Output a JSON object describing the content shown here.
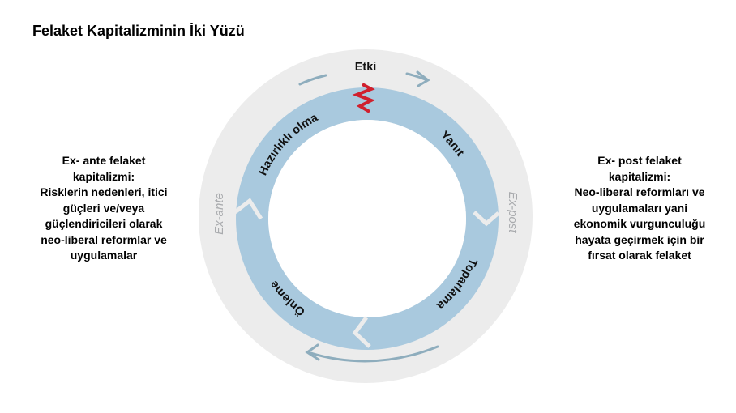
{
  "title": "Felaket Kapitalizminin İki Yüzü",
  "cycle": {
    "impact": "Etki",
    "stages": {
      "preparedness": "Hazırlıklı olma",
      "response": "Yanıt",
      "recovery": "Toparlama",
      "prevention": "Önleme"
    },
    "ex_ante": "Ex-ante",
    "ex_post": "Ex-post"
  },
  "left_panel": {
    "lines": [
      "Ex- ante felaket",
      "kapitalizmi:",
      "Risklerin nedenleri, itici",
      "güçleri ve/veya",
      "güçlendiricileri olarak",
      "neo-liberal reformlar ve",
      "uygulamalar"
    ]
  },
  "right_panel": {
    "lines": [
      "Ex- post felaket",
      "kapitalizmi:",
      "Neo-liberal reformları ve",
      "uygulamaları yani",
      "ekonomik vurgunculuğu",
      "hayata geçirmek için bir",
      "fırsat olarak felaket"
    ]
  },
  "colors": {
    "outer_ring": "#ececec",
    "cycle_ring": "#a9c9de",
    "arrow": "#8eadbd",
    "lightning": "#d0202e"
  }
}
